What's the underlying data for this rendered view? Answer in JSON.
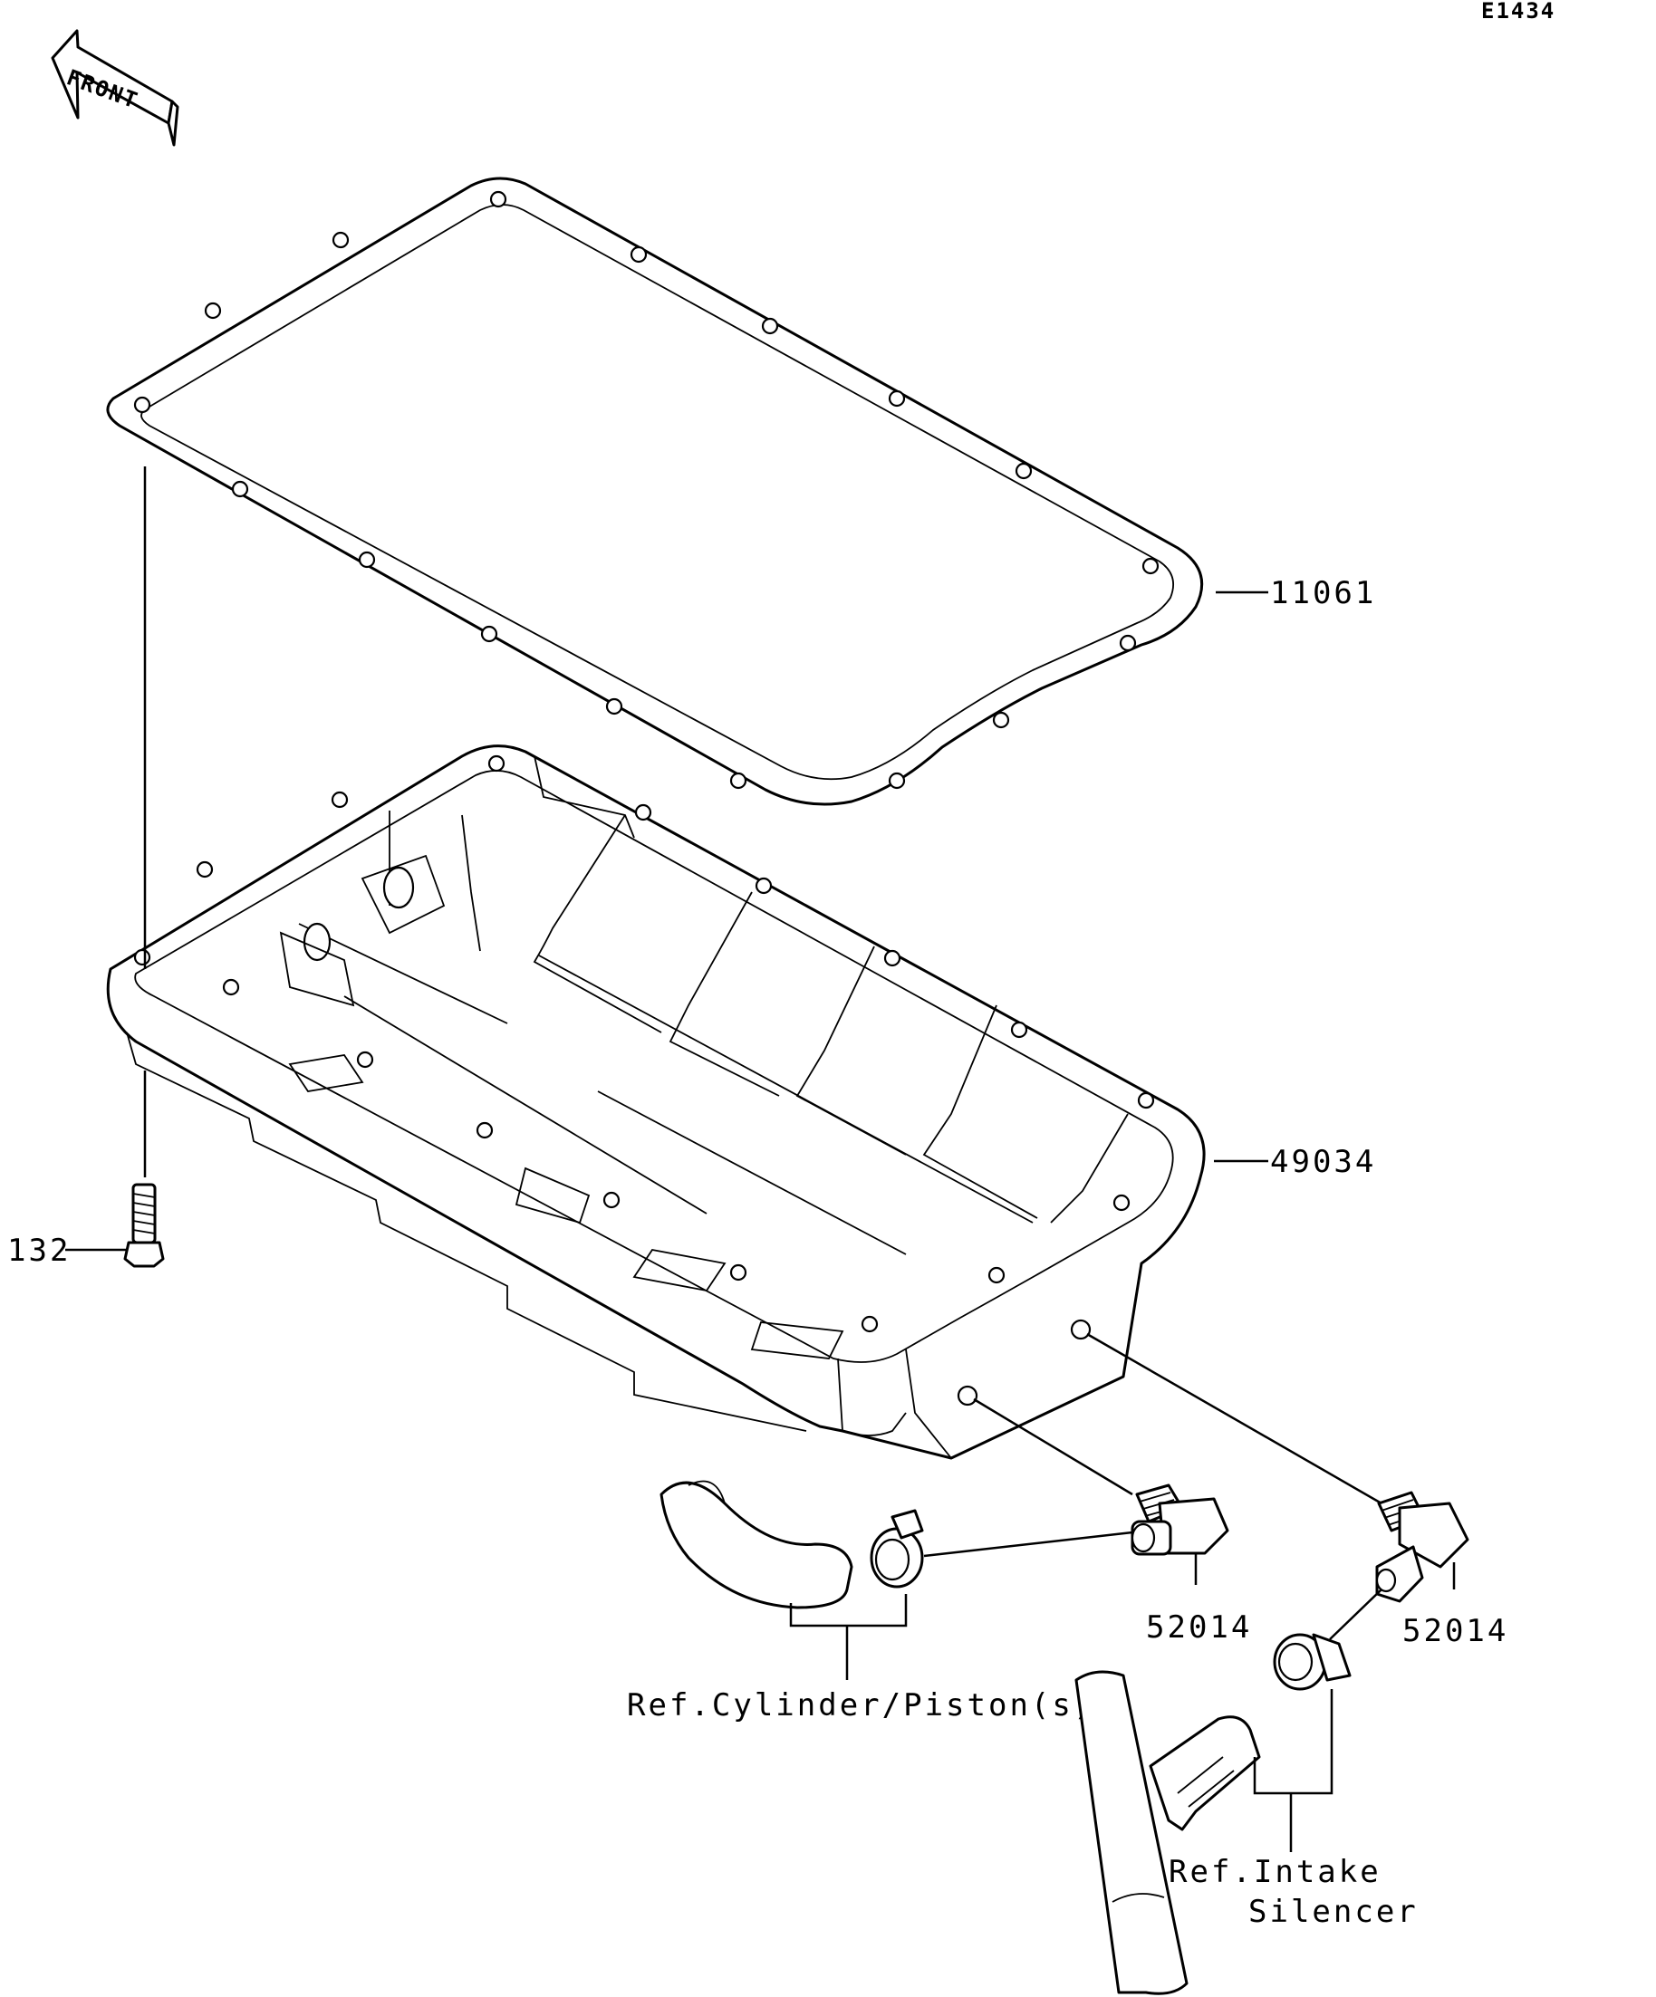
{
  "diagram_id": "E1434",
  "front_label": "FRONT",
  "parts": {
    "gasket": "11061",
    "oil_pan": "49034",
    "bolt": "132",
    "fitting_left": "52014",
    "fitting_right": "52014"
  },
  "refs": {
    "cylinder": "Ref.Cylinder/Piston(s)",
    "intake_line1": "Ref.Intake",
    "intake_line2": "Silencer"
  }
}
